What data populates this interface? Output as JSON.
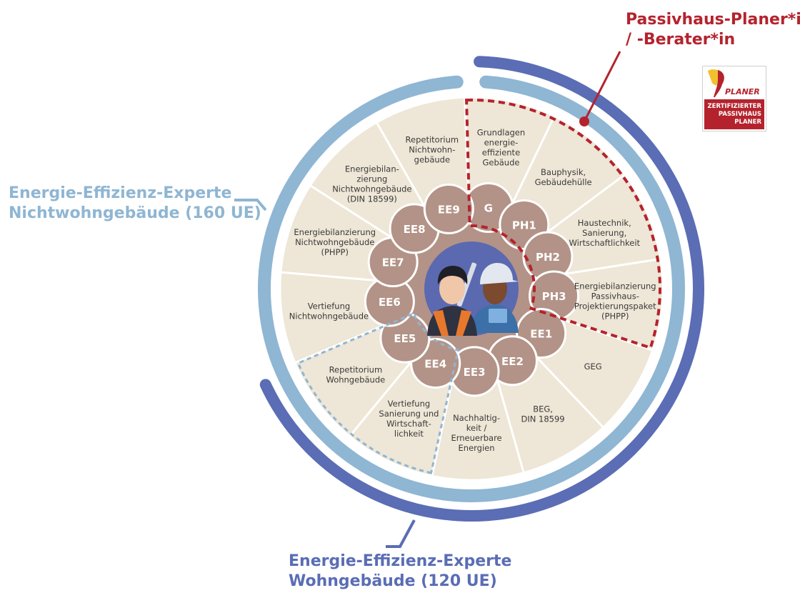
{
  "colors": {
    "light_blue": "#8fb6d3",
    "dark_blue": "#5a6db5",
    "red": "#b4232d",
    "brown": "#b39387",
    "segment_fill": "#eee6d6",
    "segment_border": "#ffffff",
    "center_circle": "#5b69b0",
    "text": "#3a3a3a"
  },
  "callouts": {
    "nichtwohn": {
      "line1": "Energie-Effizienz-Experte",
      "line2": "Nichtwohngebäude (160 UE)"
    },
    "wohn": {
      "line1": "Energie-Effizienz-Experte",
      "line2": "Wohngebäude (120 UE)"
    },
    "passivhaus": {
      "line1": "Passivhaus-Planer*in",
      "line2": "/ -Berater*in"
    }
  },
  "badge": {
    "title": "PLANER",
    "line1": "ZERTIFIZIERTER",
    "line2": "PASSIVHAUS",
    "line3": "PLANER"
  },
  "modules": [
    {
      "code": "G",
      "label": [
        "Grundlagen",
        "energie-",
        "effiziente",
        "Gebäude"
      ]
    },
    {
      "code": "PH1",
      "label": [
        "Bauphysik,",
        "Gebäudehülle"
      ]
    },
    {
      "code": "PH2",
      "label": [
        "Haustechnik,",
        "Sanierung,",
        "Wirtschaftlichkeit"
      ]
    },
    {
      "code": "PH3",
      "label": [
        "Energiebilanzierung",
        "Passivhaus-",
        "Projektierungspaket",
        "(PHPP)"
      ]
    },
    {
      "code": "EE1",
      "label": [
        "GEG"
      ]
    },
    {
      "code": "EE2",
      "label": [
        "BEG,",
        "DIN 18599"
      ]
    },
    {
      "code": "EE3",
      "label": [
        "Nachhaltig-",
        "keit /",
        "Erneuerbare",
        "Energien"
      ]
    },
    {
      "code": "EE4",
      "label": [
        "Vertiefung",
        "Sanierung und",
        "Wirtschaft-",
        "lichkeit"
      ]
    },
    {
      "code": "EE5",
      "label": [
        "Repetitorium",
        "Wohngebäude"
      ]
    },
    {
      "code": "EE6",
      "label": [
        "Vertiefung",
        "Nichtwohngebäude"
      ]
    },
    {
      "code": "EE7",
      "label": [
        "Energiebilanzierung",
        "Nichtwohngebäude",
        "(PHPP)"
      ]
    },
    {
      "code": "EE8",
      "label": [
        "Energiebilan-",
        "zierung",
        "Nichtwohngebäude",
        "(DIN 18599)"
      ]
    },
    {
      "code": "EE9",
      "label": [
        "Repetitorium",
        "Nichtwohn-",
        "gebäude"
      ]
    }
  ]
}
